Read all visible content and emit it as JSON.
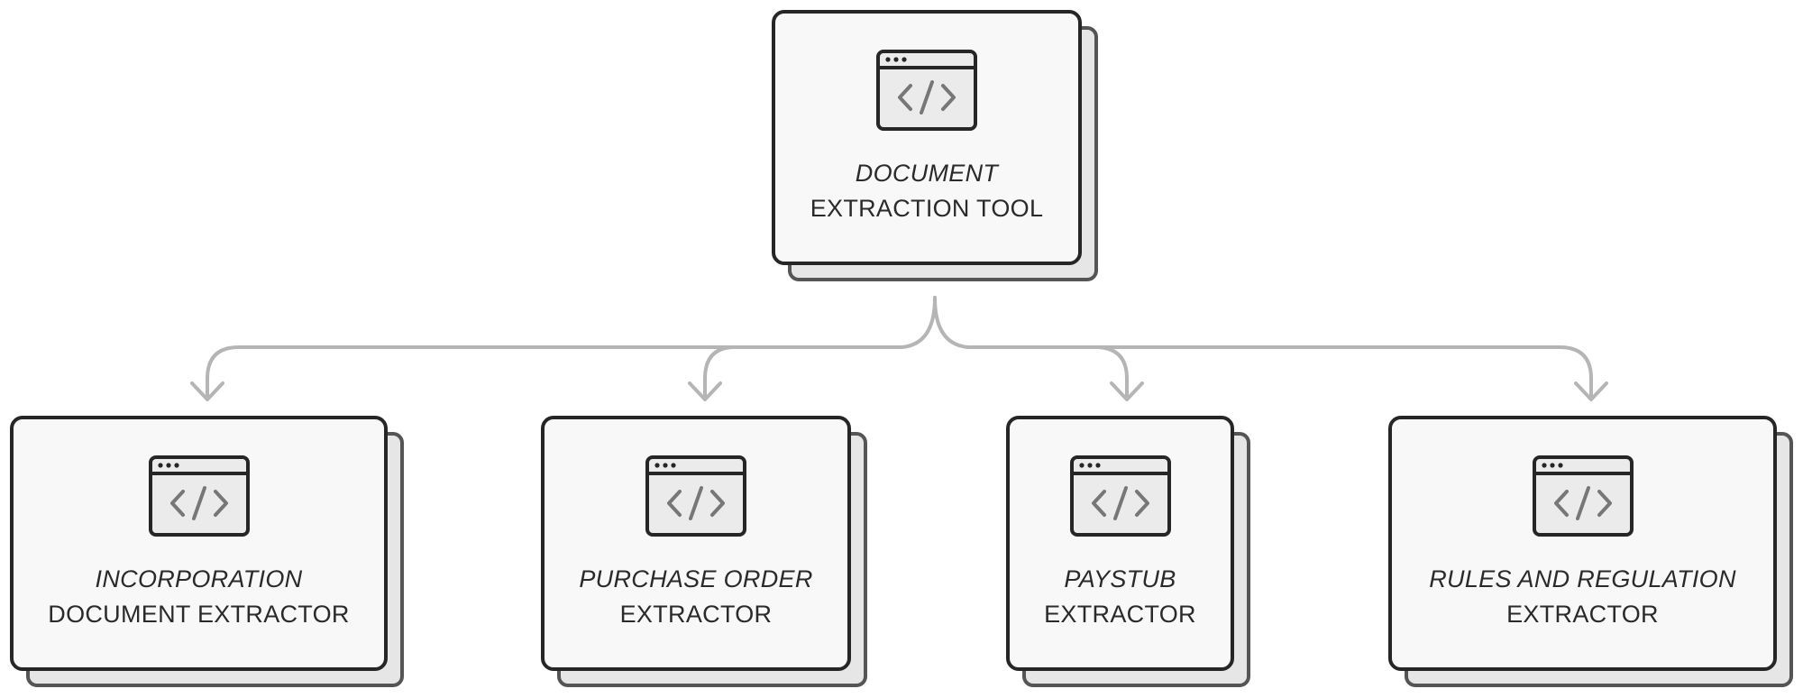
{
  "root": {
    "title": "DOCUMENT",
    "subtitle": "EXTRACTION TOOL",
    "icon": "code-window-icon"
  },
  "children": [
    {
      "title": "INCORPORATION",
      "subtitle": "DOCUMENT EXTRACTOR",
      "icon": "code-window-icon"
    },
    {
      "title": "PURCHASE ORDER",
      "subtitle": "EXTRACTOR",
      "icon": "code-window-icon"
    },
    {
      "title": "PAYSTUB",
      "subtitle": "EXTRACTOR",
      "icon": "code-window-icon"
    },
    {
      "title": "RULES AND REGULATION",
      "subtitle": "EXTRACTOR",
      "icon": "code-window-icon"
    }
  ],
  "colors": {
    "card_border": "#262626",
    "card_fill": "#f8f8f8",
    "shadow_fill": "#e6e6e6",
    "connector": "#b5b5b5",
    "text": "#2a2a2a"
  }
}
